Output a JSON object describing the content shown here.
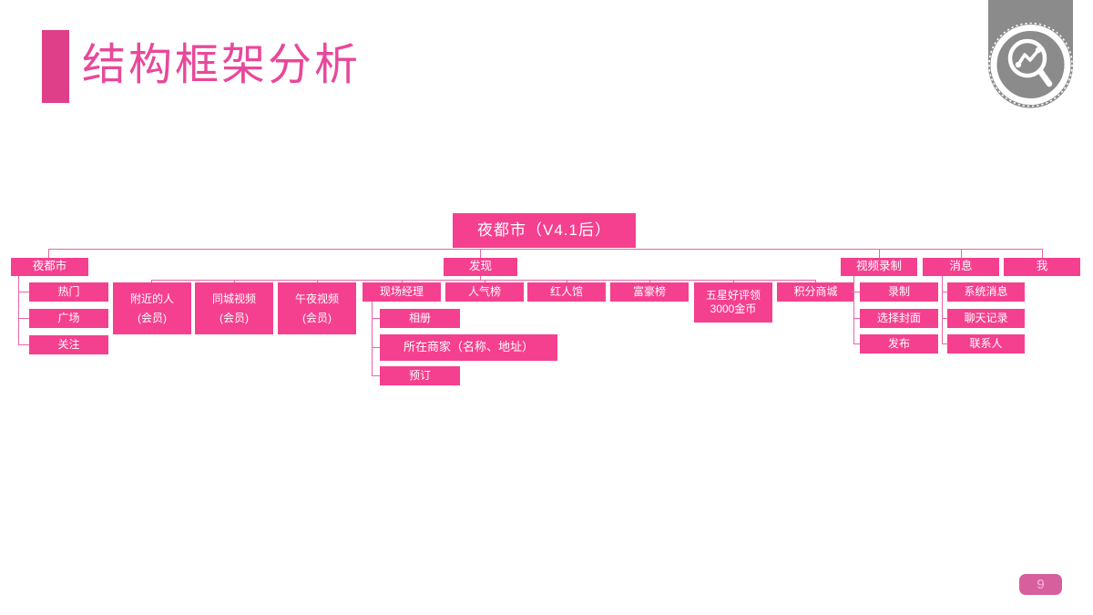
{
  "slide": {
    "title": "结构框架分析",
    "page_number": "9"
  },
  "colors": {
    "node_pink": "#f5408f",
    "accent_pink": "#df3f88",
    "title_pink": "#e8489a",
    "connector_pink": "#ea64a3",
    "logo_gray": "#8b8b8b",
    "badge_pink": "#d75f9d"
  },
  "icons": {
    "logo": "magnifier-trend-icon"
  },
  "tree": {
    "root_label": "夜都市（V4.1后）",
    "nodes": {
      "night_city": {
        "label": "夜都市"
      },
      "hot": {
        "label": "热门"
      },
      "plaza": {
        "label": "广场"
      },
      "follow": {
        "label": "关注"
      },
      "nearby_people": {
        "label": "附近的人",
        "sub": "(会员)"
      },
      "city_video": {
        "label": "同城视频",
        "sub": "(会员)"
      },
      "midnight_video": {
        "label": "午夜视频",
        "sub": "(会员)"
      },
      "discover": {
        "label": "发现"
      },
      "scene_manager": {
        "label": "现场经理"
      },
      "album": {
        "label": "相册"
      },
      "merchant_info": {
        "label": "所在商家（名称、地址）"
      },
      "booking": {
        "label": "预订"
      },
      "popularity_rank": {
        "label": "人气榜"
      },
      "celebrity_hall": {
        "label": "红人馆"
      },
      "rich_rank": {
        "label": "富豪榜"
      },
      "five_star_reward": {
        "label": "五星好评领",
        "sub2": "3000金币"
      },
      "points_mall": {
        "label": "积分商城"
      },
      "video_record": {
        "label": "视频录制"
      },
      "record": {
        "label": "录制"
      },
      "choose_cover": {
        "label": "选择封面"
      },
      "publish": {
        "label": "发布"
      },
      "message": {
        "label": "消息"
      },
      "system_message": {
        "label": "系统消息"
      },
      "chat_history": {
        "label": "聊天记录"
      },
      "contacts": {
        "label": "联系人"
      },
      "me": {
        "label": "我"
      }
    }
  }
}
